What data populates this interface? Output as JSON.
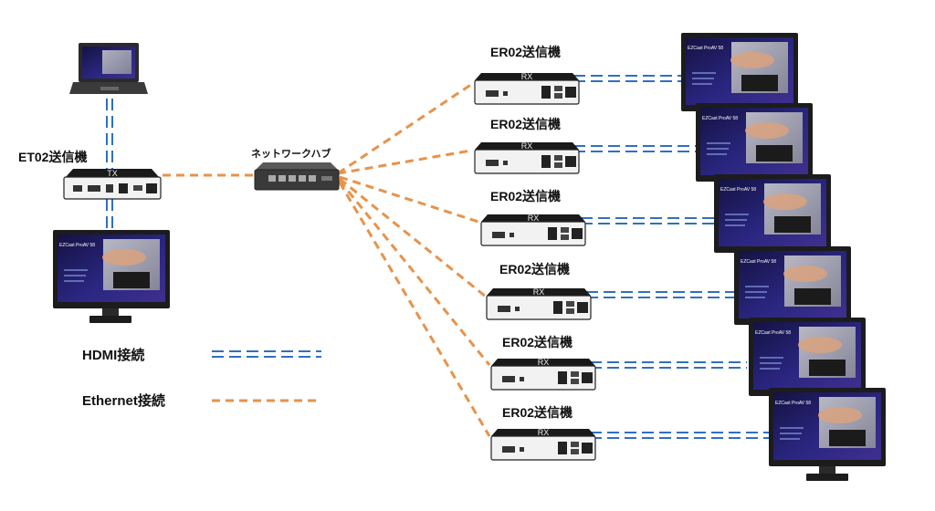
{
  "labels": {
    "source_tx": "ET02送信機",
    "hub": "ネットワークハブ",
    "receiver": "ER02送信機",
    "tx_face": "TX",
    "rx_face": "RX",
    "screen_title": "EZCast ProAV 58"
  },
  "legend": {
    "hdmi": "HDMI接続",
    "ethernet": "Ethernet接続"
  },
  "colors": {
    "hdmi_line": "#2f6fc4",
    "ethernet_line": "#e8924a",
    "device_body": "#1a1a1a",
    "device_face": "#f4f4f4",
    "screen_bezel": "#1c1c1c",
    "screen_gradient_start": "#1a1a4a",
    "screen_gradient_end": "#3f2f8f"
  },
  "receiver_count": 6
}
